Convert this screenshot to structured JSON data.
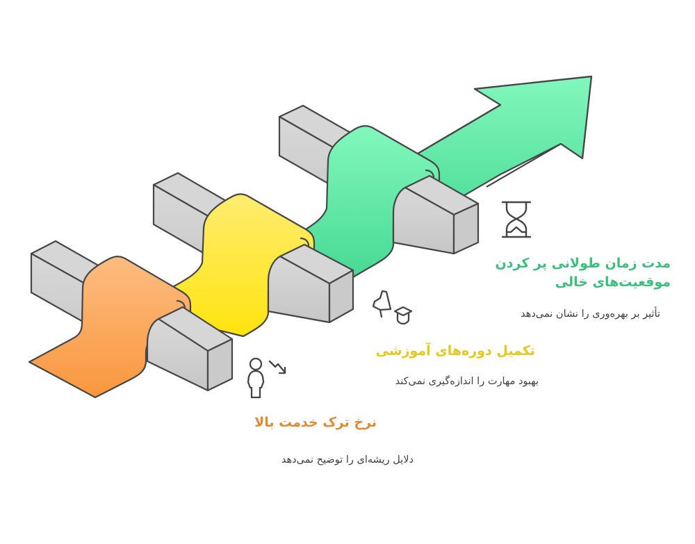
{
  "colors": {
    "green": "#3DBE7E",
    "yellow": "#E3C81E",
    "orange": "#E08A38",
    "beam": "#CCCCCC",
    "stroke": "#464646",
    "desc_text": "#3F3F3F"
  },
  "steps": [
    {
      "id": "high-turnover",
      "color": "orange",
      "icon": "person-declining-arrow-icon",
      "title": "نرخ ترک خدمت بالا",
      "description": "دلایل ریشه‌ای را توضیح نمی‌دهد"
    },
    {
      "id": "training-completion",
      "color": "yellow",
      "icon": "graduation-cap-flag-icon",
      "title": "تکمیل دوره‌های آموزشی",
      "description": "بهبود مهارت را اندازه‌گیری نمی‌کند"
    },
    {
      "id": "long-time-to-fill",
      "color": "green",
      "icon": "hourglass-icon",
      "title_line1": "مدت زمان طولانی پر کردن",
      "title_line2": "موقعیت‌های خالی",
      "description": "تأثیر بر بهره‌وری را نشان نمی‌دهد"
    }
  ]
}
